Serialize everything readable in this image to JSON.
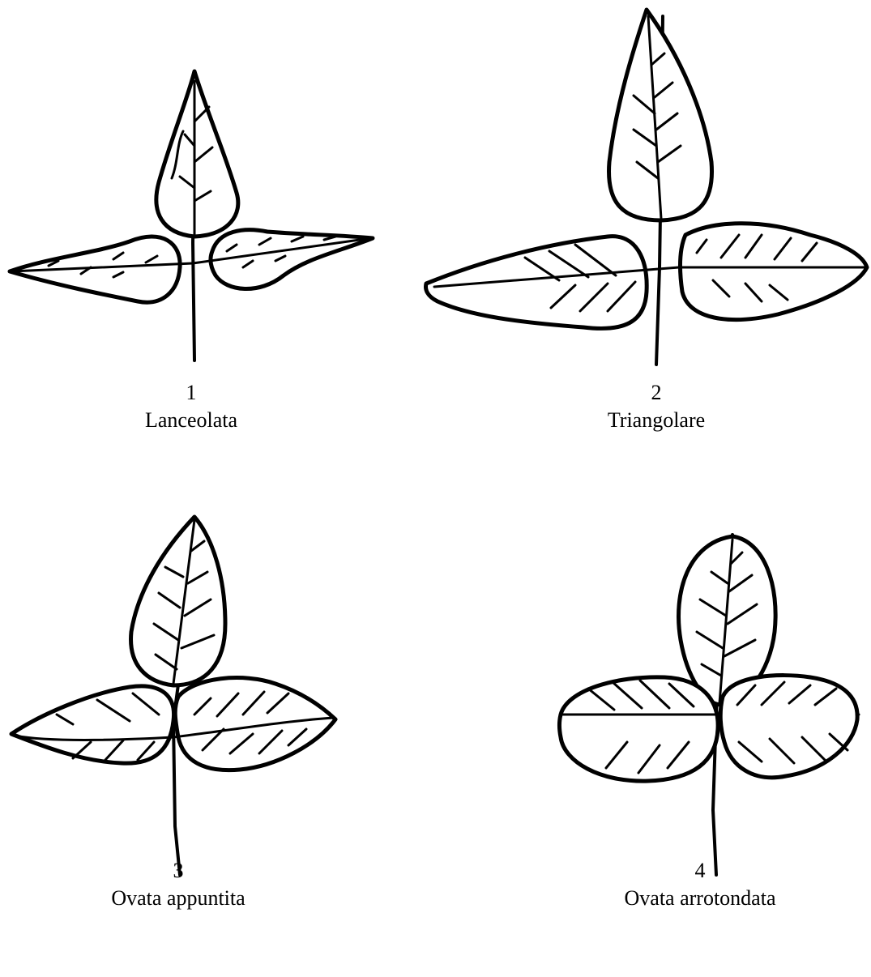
{
  "figures": [
    {
      "number": "1",
      "name": "Lanceolata",
      "icon": "lanceolate-trifoliate-leaf-icon"
    },
    {
      "number": "2",
      "name": "Triangolare",
      "icon": "triangular-trifoliate-leaf-icon"
    },
    {
      "number": "3",
      "name": "Ovata appuntita",
      "icon": "pointed-ovate-trifoliate-leaf-icon"
    },
    {
      "number": "4",
      "name": "Ovata arrotondata",
      "icon": "rounded-ovate-trifoliate-leaf-icon"
    }
  ]
}
